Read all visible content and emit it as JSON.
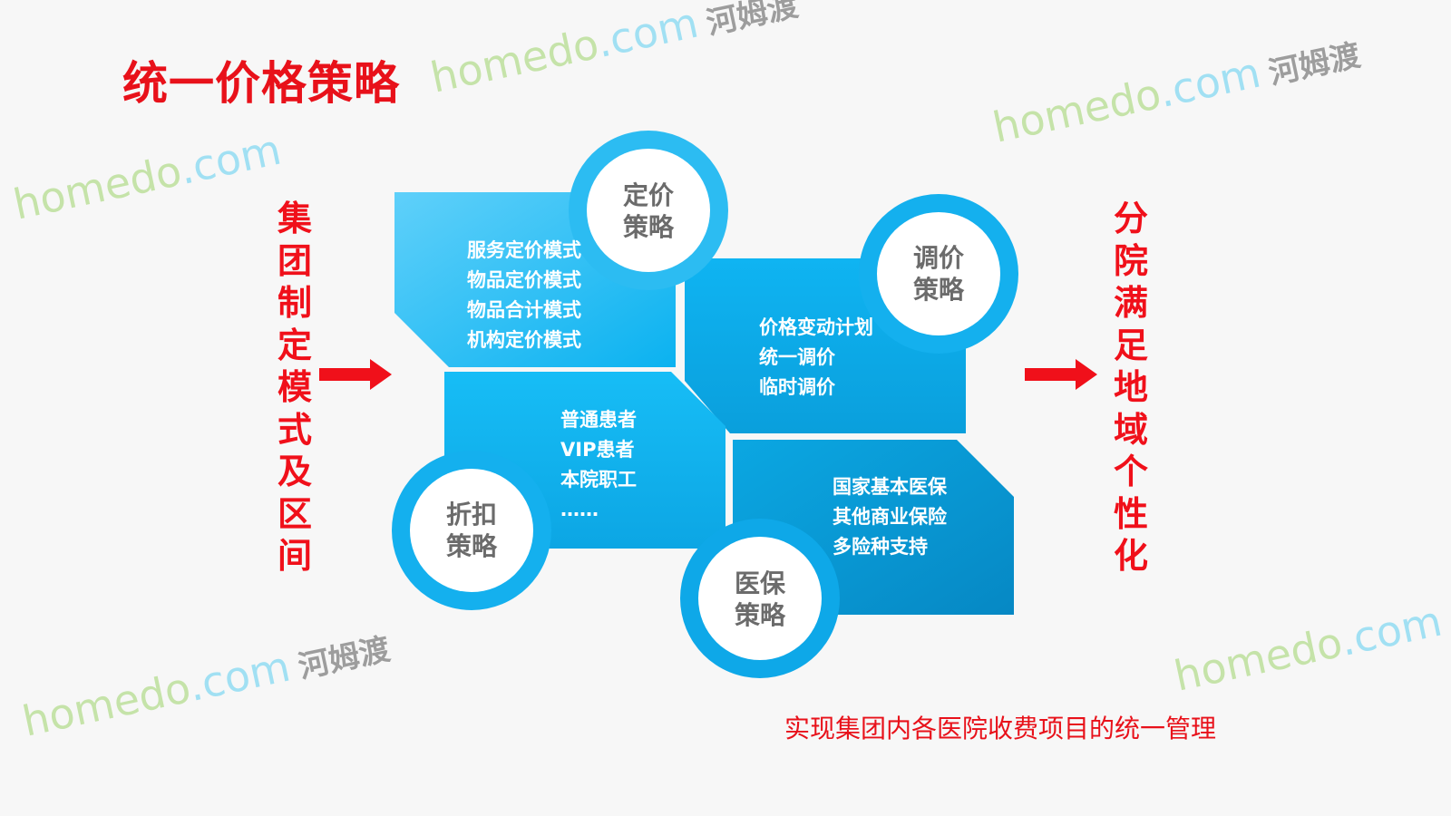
{
  "title": "统一价格策略",
  "left_vertical": "集团制定模式及区间",
  "right_vertical": "分院满足地域个性化",
  "bottom_note": "实现集团内各医院收费项目的统一管理",
  "colors": {
    "accent_red": "#e8111a",
    "panel_blue": "#10b0ec",
    "ring_blue": "#18aeea",
    "label_gray": "#6b6b6b"
  },
  "quadrants": [
    {
      "label_line1": "定价",
      "label_line2": "策略",
      "items": [
        "服务定价模式",
        "物品定价模式",
        "物品合计模式",
        "机构定价模式"
      ]
    },
    {
      "label_line1": "调价",
      "label_line2": "策略",
      "items": [
        "价格变动计划",
        "统一调价",
        "临时调价"
      ]
    },
    {
      "label_line1": "折扣",
      "label_line2": "策略",
      "items": [
        "普通患者",
        "VIP患者",
        "本院职工",
        "……"
      ]
    },
    {
      "label_line1": "医保",
      "label_line2": "策略",
      "items": [
        "国家基本医保",
        "其他商业保险",
        "多险种支持"
      ]
    }
  ],
  "watermark": {
    "brand": "homedo",
    "domain": ".com",
    "cn": "河姆渡"
  }
}
